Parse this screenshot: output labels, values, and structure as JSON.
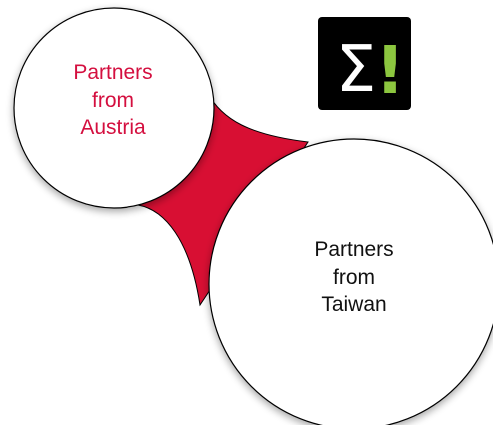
{
  "diagram": {
    "node_austria": {
      "lines": [
        "Partners",
        "from",
        "Austria"
      ]
    },
    "node_taiwan": {
      "lines": [
        "Partners",
        "from",
        "Taiwan"
      ]
    }
  },
  "logo": {
    "icon": "sigma-exclamation-logo-icon",
    "symbol": "Σ",
    "mark": "!"
  },
  "colors": {
    "connector": "#d80f33",
    "accent_text": "#d40f3f",
    "logo_bg": "#000000",
    "logo_sigma": "#ffffff",
    "logo_mark": "#8cc63f",
    "node_stroke": "#000000",
    "node_fill": "#ffffff"
  }
}
